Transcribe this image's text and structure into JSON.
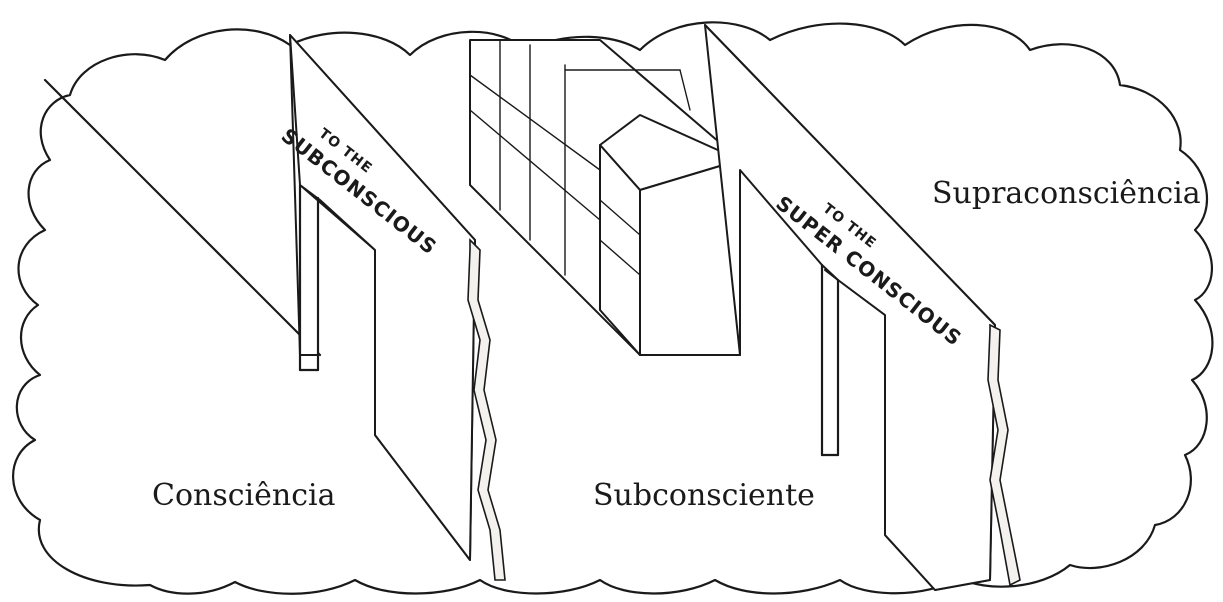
{
  "regions": {
    "conscious": "Consciência",
    "subconscious": "Subconsciente",
    "superconscious": "Supraconsciência"
  },
  "signs": {
    "door1_line1": "TO THE",
    "door1_line2": "SUBCONSCIOUS",
    "door2_line1": "TO THE",
    "door2_line2": "SUPER CONSCIOUS"
  },
  "colors": {
    "ink": "#1a1a1a",
    "paper": "#ffffff"
  },
  "icons": [
    "cloud-outline",
    "filing-cabinet-icon",
    "doorway-icon"
  ]
}
